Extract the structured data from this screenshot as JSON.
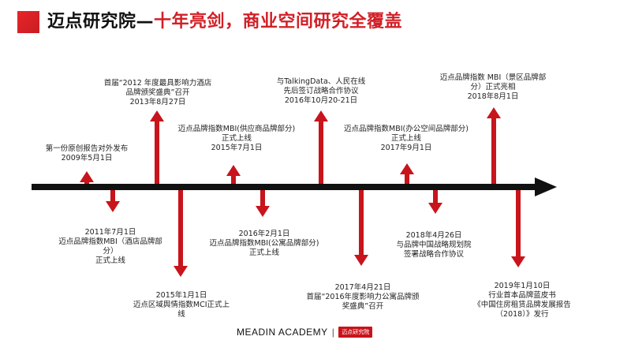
{
  "title": {
    "part1": "迈点研究院—",
    "part2": "十年亮剑，商业空间研究全覆盖"
  },
  "colors": {
    "accent": "#c8141b",
    "timeline": "#111111"
  },
  "events": [
    {
      "lines": [
        "第一份原创报告对外发布",
        "2009年5月1日"
      ]
    },
    {
      "lines": [
        "2011年7月1日",
        "迈点品牌指数MBI（酒店品牌部",
        "分）",
        "正式上线"
      ]
    },
    {
      "lines": [
        "首届“2012 年度最具影响力酒店",
        "品牌颁奖盛典”召开",
        "2013年8月27日"
      ]
    },
    {
      "lines": [
        "2015年1月1日",
        "迈点区域舆情指数MCI正式上",
        "线"
      ]
    },
    {
      "lines": [
        "迈点品牌指数MBI(供应商品牌部分)",
        "正式上线",
        "2015年7月1日"
      ]
    },
    {
      "lines": [
        "2016年2月1日",
        "迈点品牌指数MBI(公寓品牌部分)",
        "正式上线"
      ]
    },
    {
      "lines": [
        "与TalkingData、人民在线",
        "先后签订战略合作协议",
        "2016年10月20-21日"
      ]
    },
    {
      "lines": [
        "2017年4月21日",
        "首届“2016年度影响力公寓品牌颁",
        "奖盛典”召开"
      ]
    },
    {
      "lines": [
        "迈点品牌指数MBI(办公空间品牌部分)",
        "正式上线",
        "2017年9月1日"
      ]
    },
    {
      "lines": [
        "2018年4月26日",
        "与品牌中国战略规划院",
        "签署战略合作协议"
      ]
    },
    {
      "lines": [
        "迈点品牌指数 MBI（景区品牌部",
        "分）正式亮相",
        "2018年8月1日"
      ]
    },
    {
      "lines": [
        "2019年1月10日",
        "行业首本品牌蓝皮书",
        "《中国住房租赁品牌发展报告",
        "（2018）》发行"
      ]
    }
  ],
  "footer": {
    "brand": "MEADIN ACADEMY",
    "separator": "|",
    "logo_text": "迈点研究院"
  }
}
